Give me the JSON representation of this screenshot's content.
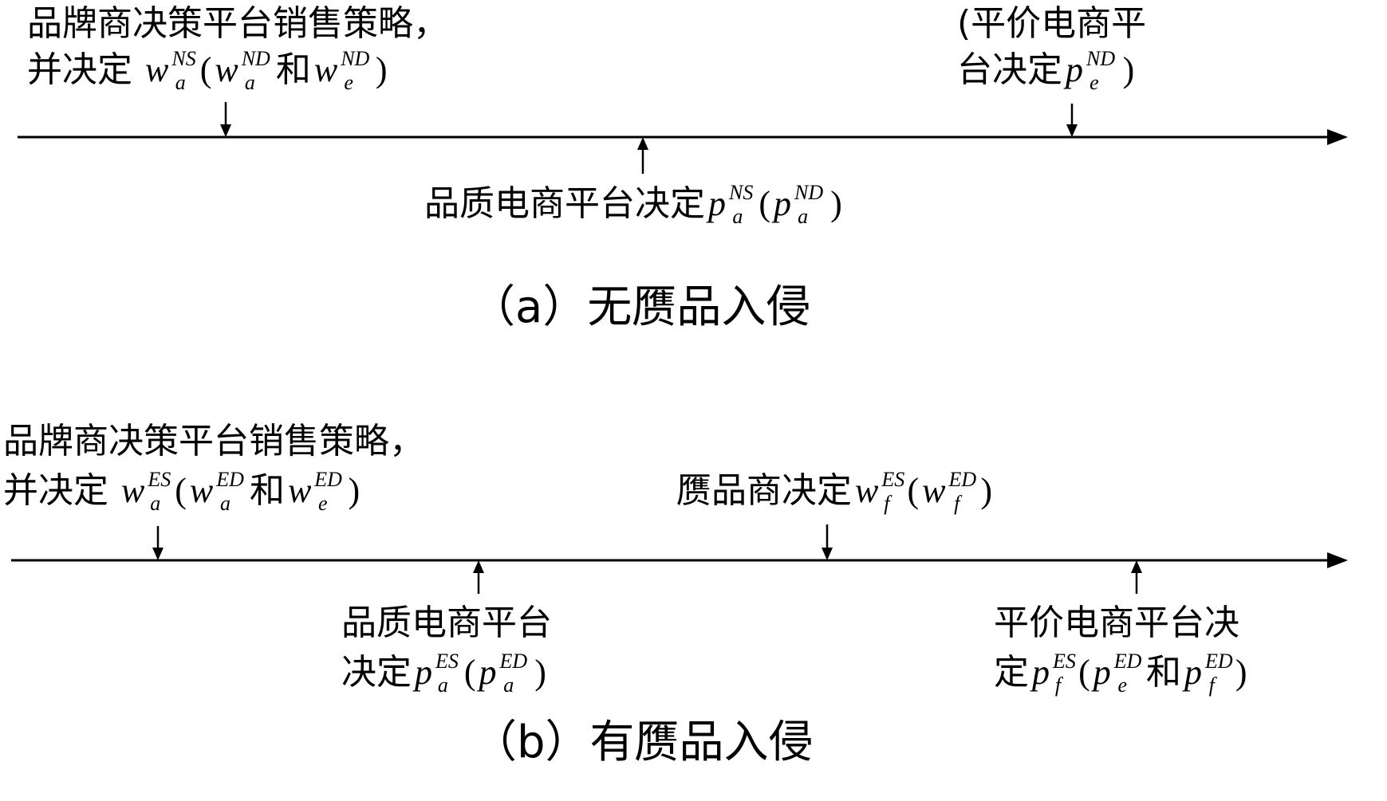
{
  "diagram_a": {
    "caption": "（a）无赝品入侵",
    "brand": {
      "line1": "品牌商决策平台销售策略，",
      "line2_prefix": "并决定",
      "w": "w",
      "sub_a": "a",
      "sub_e": "e",
      "sup_ns": "NS",
      "sup_nd": "ND",
      "he": "和",
      "open": "(",
      "close": ")"
    },
    "quality": {
      "prefix": "品质电商平台决定",
      "p": "p",
      "sub": "a",
      "sup_ns": "NS",
      "sup_nd": "ND",
      "open": "(",
      "close": ")"
    },
    "parity": {
      "line1": "(平价电商平",
      "line2_prefix": "台决定",
      "p": "p",
      "sub": "e",
      "sup": "ND",
      "close": ")"
    }
  },
  "diagram_b": {
    "caption": "（b）有赝品入侵",
    "brand": {
      "line1": "品牌商决策平台销售策略，",
      "line2_prefix": "并决定",
      "w": "w",
      "sub_a": "a",
      "sub_e": "e",
      "sup_es": "ES",
      "sup_ed": "ED",
      "he": "和",
      "open": "(",
      "close": ")"
    },
    "counterfeit": {
      "prefix": "赝品商决定",
      "w": "w",
      "sub": "f",
      "sup_es": "ES",
      "sup_ed": "ED",
      "open": "(",
      "close": ")"
    },
    "quality": {
      "line1": "品质电商平台",
      "line2_prefix": "决定",
      "p": "p",
      "sub": "a",
      "sup_es": "ES",
      "sup_ed": "ED",
      "open": "(",
      "close": ")"
    },
    "parity": {
      "line1": "平价电商平台决",
      "line2_prefix": "定",
      "p": "p",
      "sub_f": "f",
      "sub_e": "e",
      "sup_es": "ES",
      "sup_ed": "ED",
      "he": "和",
      "open": "(",
      "close": ")"
    }
  }
}
